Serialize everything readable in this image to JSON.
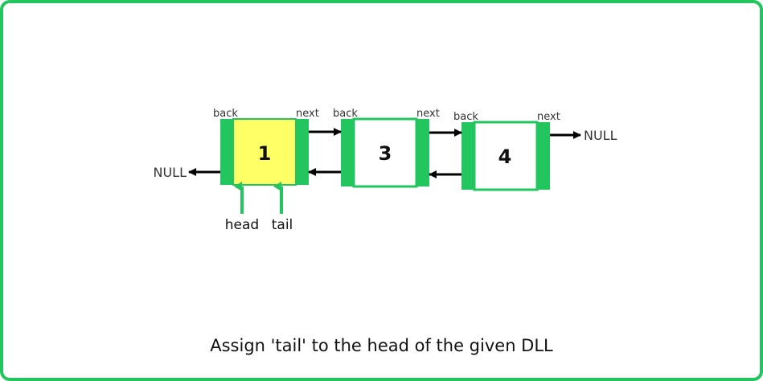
{
  "colors": {
    "border": "#22c55e",
    "node_fill": "#ffffff",
    "highlight_fill": "#ffff66",
    "pointer_arrow": "#22c55e",
    "link_arrow": "#000000"
  },
  "nodes": [
    {
      "value": "1",
      "back_label": "back",
      "next_label": "next",
      "highlighted": true
    },
    {
      "value": "3",
      "back_label": "back",
      "next_label": "next",
      "highlighted": false
    },
    {
      "value": "4",
      "back_label": "back",
      "next_label": "next",
      "highlighted": false
    }
  ],
  "null_left": "NULL",
  "null_right": "NULL",
  "pointers": {
    "head": "head",
    "tail": "tail"
  },
  "caption": "Assign 'tail' to the head of the given DLL"
}
